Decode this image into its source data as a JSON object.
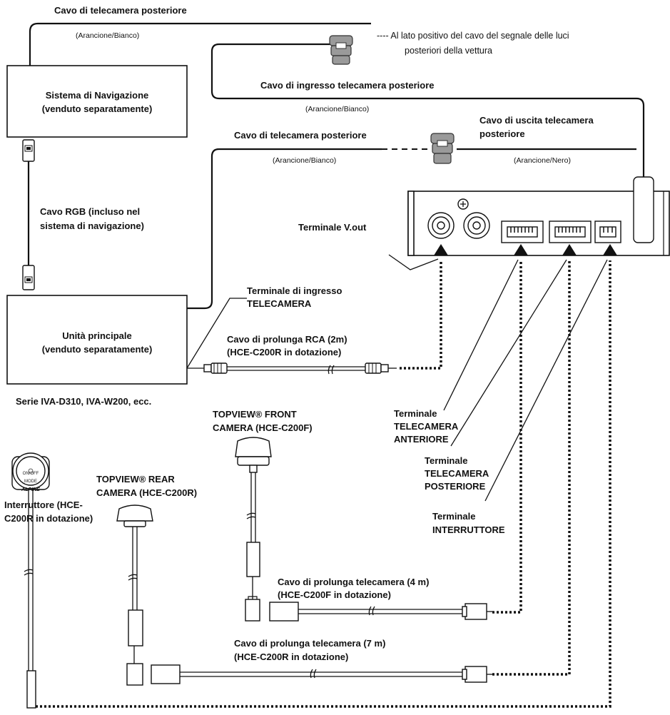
{
  "labels": {
    "top_rear_camera_cable": "Cavo di telecamera posteriore",
    "color_orange_white_1": "(Arancione/Bianco)",
    "note_positive_side": "---- Al lato positivo del cavo del segnale delle luci",
    "note_positive_side_2": "posteriori della vettura",
    "nav_system_line1": "Sistema di Navigazione",
    "nav_system_line2": "(venduto separatamente)",
    "rear_camera_input_cable": "Cavo di ingresso telecamera posteriore",
    "color_orange_white_2": "(Arancione/Bianco)",
    "rear_camera_output_cable_line1": "Cavo di uscita telecamera",
    "rear_camera_output_cable_line2": "posteriore",
    "mid_rear_camera_cable": "Cavo di telecamera posteriore",
    "color_orange_white_3": "(Arancione/Bianco)",
    "color_orange_black": "(Arancione/Nero)",
    "rgb_cable_line1": "Cavo RGB (incluso nel",
    "rgb_cable_line2": "sistema di navigazione)",
    "vout_terminal": "Terminale V.out",
    "camera_input_terminal_line1": "Terminale di ingresso",
    "camera_input_terminal_line2": "TELECAMERA",
    "head_unit_line1": "Unità principale",
    "head_unit_line2": "(venduto separatamente)",
    "rca_ext_cable_line1": "Cavo di prolunga RCA (2m)",
    "rca_ext_cable_line2": "(HCE-C200R in dotazione)",
    "series": "Serie IVA-D310, IVA-W200, ecc.",
    "front_terminal_line1": "Terminale",
    "front_terminal_line2": "TELECAMERA",
    "front_terminal_line3": "ANTERIORE",
    "rear_terminal_line1": "Terminale",
    "rear_terminal_line2": "TELECAMERA",
    "rear_terminal_line3": "POSTERIORE",
    "switch_terminal_line1": "Terminale",
    "switch_terminal_line2": "INTERRUTTORE",
    "front_camera_line1": "TOPVIEW® FRONT",
    "front_camera_line2": "CAMERA (HCE-C200F)",
    "rear_camera_line1": "TOPVIEW® REAR",
    "rear_camera_line2": "CAMERA (HCE-C200R)",
    "switch_line1": "Interruttore (HCE-",
    "switch_line2": "C200R in dotazione)",
    "ext_4m_line1": "Cavo di prolunga telecamera (4 m)",
    "ext_4m_line2": "(HCE-C200F in dotazione)",
    "ext_7m_line1": "Cavo di prolunga telecamera (7 m)",
    "ext_7m_line2": "(HCE-C200R in dotazione)",
    "switch_on_off": "ON/OFF",
    "switch_mode": "MODE",
    "switch_brand": "ALPINE"
  }
}
